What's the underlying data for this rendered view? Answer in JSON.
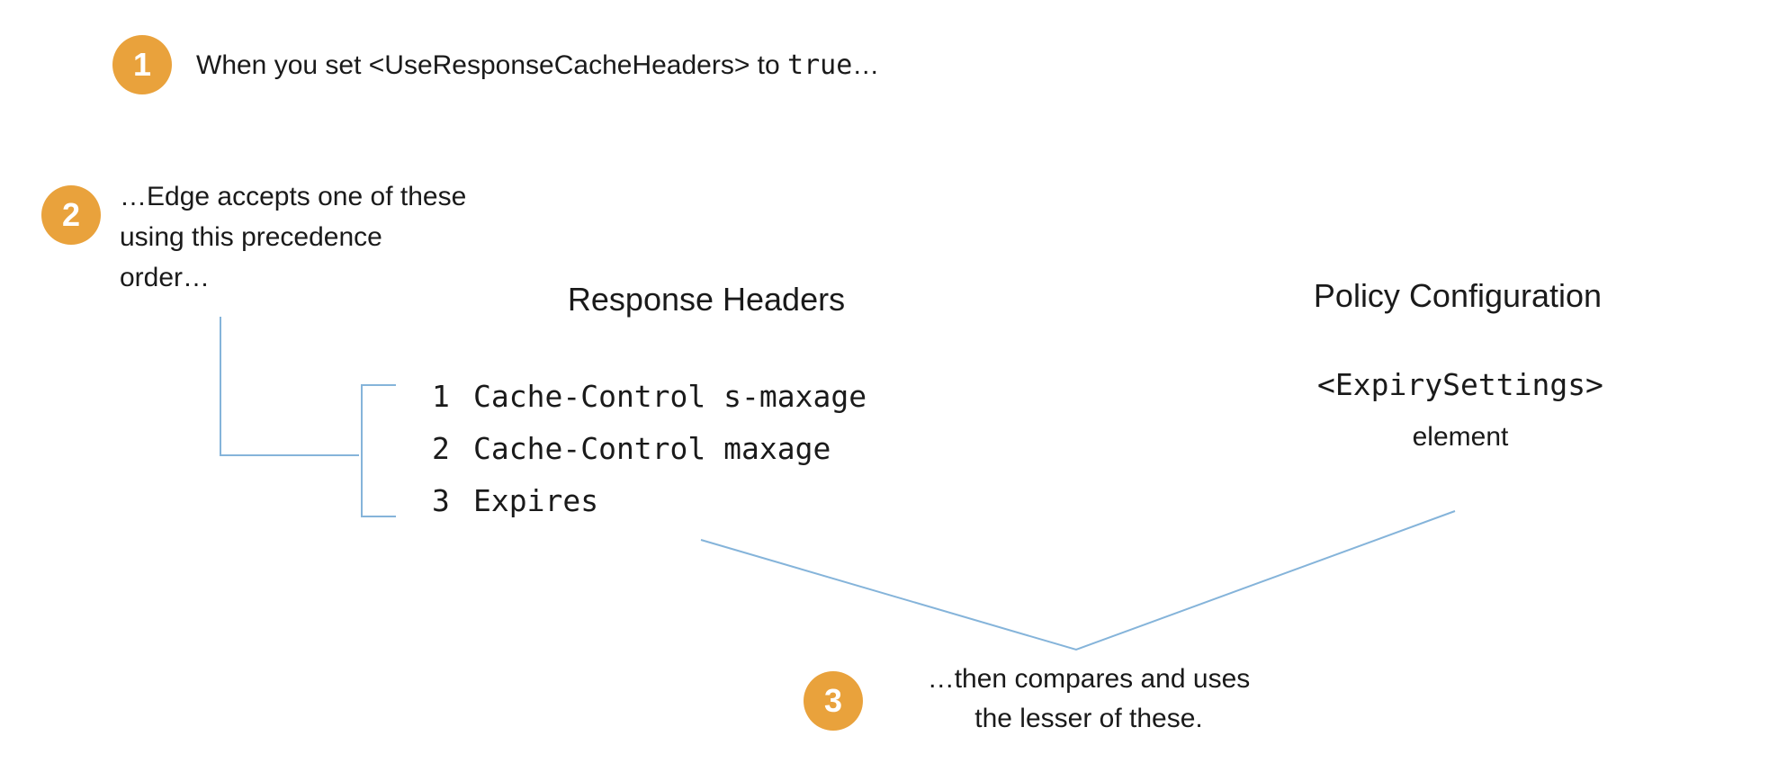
{
  "colors": {
    "accent_orange": "#E9A23C",
    "line_blue": "#85B4DA",
    "text_dark": "#1A1A1A"
  },
  "step1": {
    "badge": "1",
    "prefix": "When you set <UseResponseCacheHeaders> to ",
    "code": "true",
    "suffix": "…"
  },
  "step2": {
    "badge": "2",
    "lines": [
      "…Edge accepts one of these",
      "using this precedence",
      "order…"
    ]
  },
  "response_headers": {
    "title": "Response Headers",
    "items": [
      {
        "num": "1",
        "label": "Cache-Control s-maxage"
      },
      {
        "num": "2",
        "label": "Cache-Control maxage"
      },
      {
        "num": "3",
        "label": "Expires"
      }
    ]
  },
  "policy_configuration": {
    "title": "Policy Configuration",
    "code": "<ExpirySettings>",
    "label": "element"
  },
  "step3": {
    "badge": "3",
    "lines": [
      "…then compares and uses",
      "the lesser of these."
    ]
  }
}
